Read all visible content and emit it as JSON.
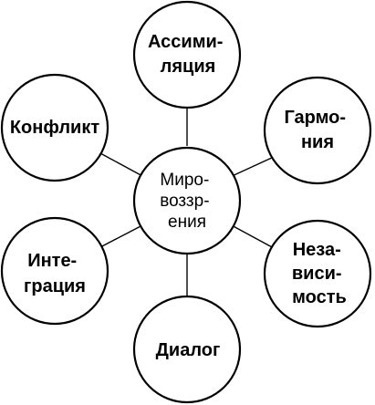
{
  "diagram": {
    "center": {
      "lines": [
        "Миро-",
        "воззр-",
        "ения"
      ]
    },
    "nodes": [
      {
        "id": "assimilation",
        "lines": [
          "Ассими-",
          "ляция"
        ]
      },
      {
        "id": "harmony",
        "lines": [
          "Гармо-",
          "ния"
        ]
      },
      {
        "id": "independence",
        "lines": [
          "Неза-",
          "виси-",
          "мость"
        ]
      },
      {
        "id": "dialogue",
        "lines": [
          "Диалог"
        ]
      },
      {
        "id": "integration",
        "lines": [
          "Инте-",
          "грация"
        ]
      },
      {
        "id": "conflict",
        "lines": [
          "Конфликт"
        ]
      }
    ]
  }
}
